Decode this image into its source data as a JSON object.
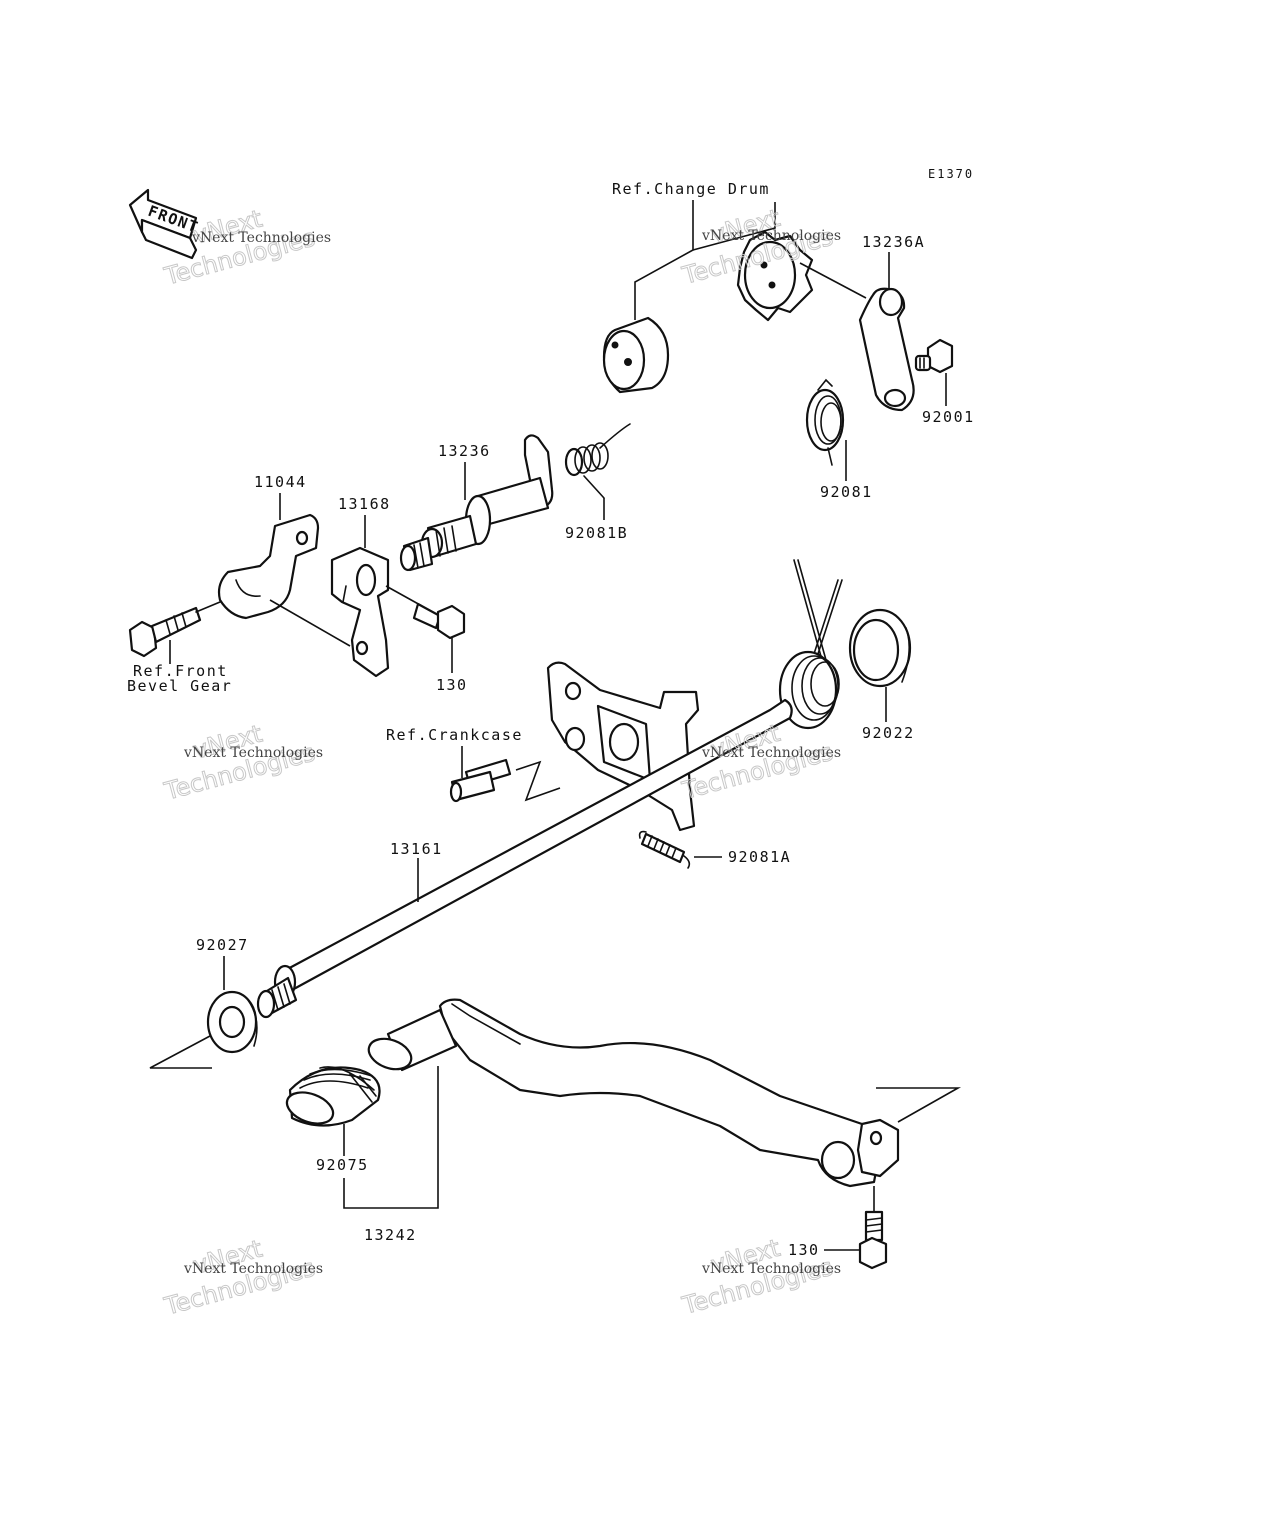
{
  "diagram_code": "E1370",
  "front_label": "FRONT",
  "refs": {
    "change_drum": "Ref.Change Drum",
    "front_bevel_line1": "Ref.Front",
    "front_bevel_line2": "Bevel Gear",
    "crankcase": "Ref.Crankcase"
  },
  "parts": {
    "p13236A": "13236A",
    "p92001": "92001",
    "p92081": "92081",
    "p13236": "13236",
    "p92081B": "92081B",
    "p11044": "11044",
    "p13168": "13168",
    "p130_upper": "130",
    "p92022": "92022",
    "p92081A": "92081A",
    "p13161": "13161",
    "p92027": "92027",
    "p92075": "92075",
    "p13242": "13242",
    "p130_lower": "130"
  },
  "watermark": {
    "line1": "vNext",
    "line2": "Technologies",
    "small": "vNext Technologies"
  }
}
